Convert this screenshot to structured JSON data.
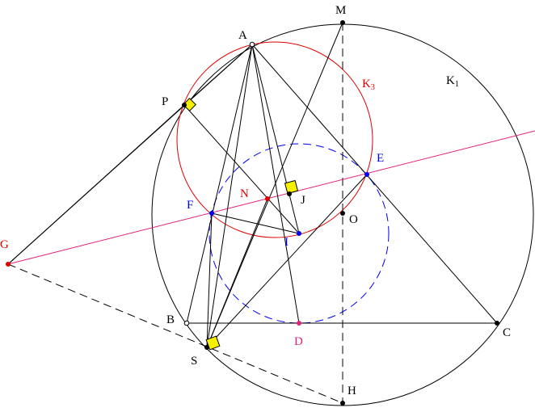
{
  "colors": {
    "black": "#000000",
    "red": "#e00000",
    "blue": "#0000ee",
    "magenta": "#e0207a",
    "square_fill": "#f5f000"
  },
  "labels": {
    "M": "M",
    "A": "A",
    "K1": "K",
    "K1_sub": "1",
    "K3": "K",
    "K3_sub": "3",
    "P": "P",
    "E": "E",
    "N": "N",
    "J": "J",
    "F": "F",
    "O": "O",
    "I": "I",
    "G": "G",
    "B": "B",
    "C": "C",
    "D": "D",
    "S": "S",
    "H": "H"
  }
}
